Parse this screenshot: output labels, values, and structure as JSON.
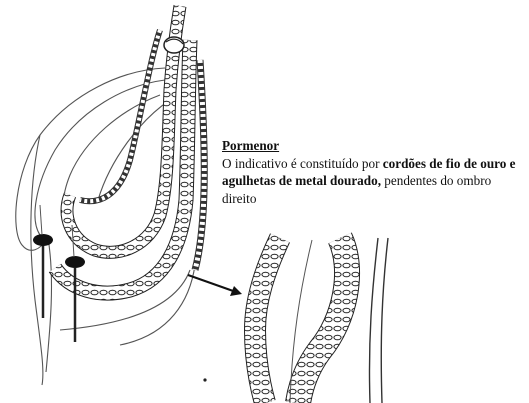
{
  "caption": {
    "title": "Pormenor",
    "body_intro": "O indicativo é constituído por ",
    "body_bold": "cordões de fio de ouro e agulhetas de metal dourado,",
    "body_tail": " pendentes do ombro direito"
  }
}
